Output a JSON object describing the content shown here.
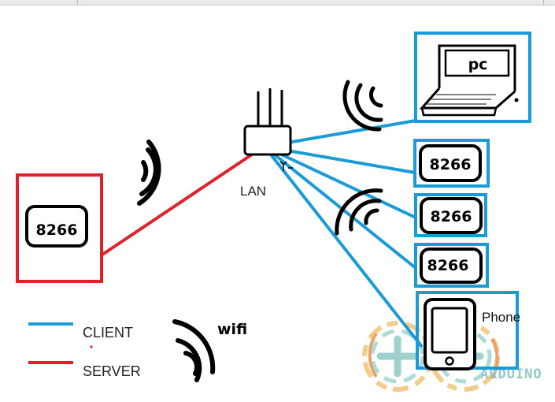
{
  "labels": {
    "router": "LAN",
    "server_chip": "8266",
    "client_chip_1": "8266",
    "client_chip_2": "8266",
    "client_chip_3": "8266",
    "pc": "pc",
    "phone": "Phone",
    "wifi": "wifi",
    "watermark": "ARDUINO"
  },
  "legend": [
    {
      "label": "CLIENT",
      "color": "#1a9ad6"
    },
    {
      "label": "SERVER",
      "color": "#e0202a"
    }
  ],
  "colors": {
    "client": "#1a9ad6",
    "server": "#e0202a",
    "outline": "#000000"
  }
}
